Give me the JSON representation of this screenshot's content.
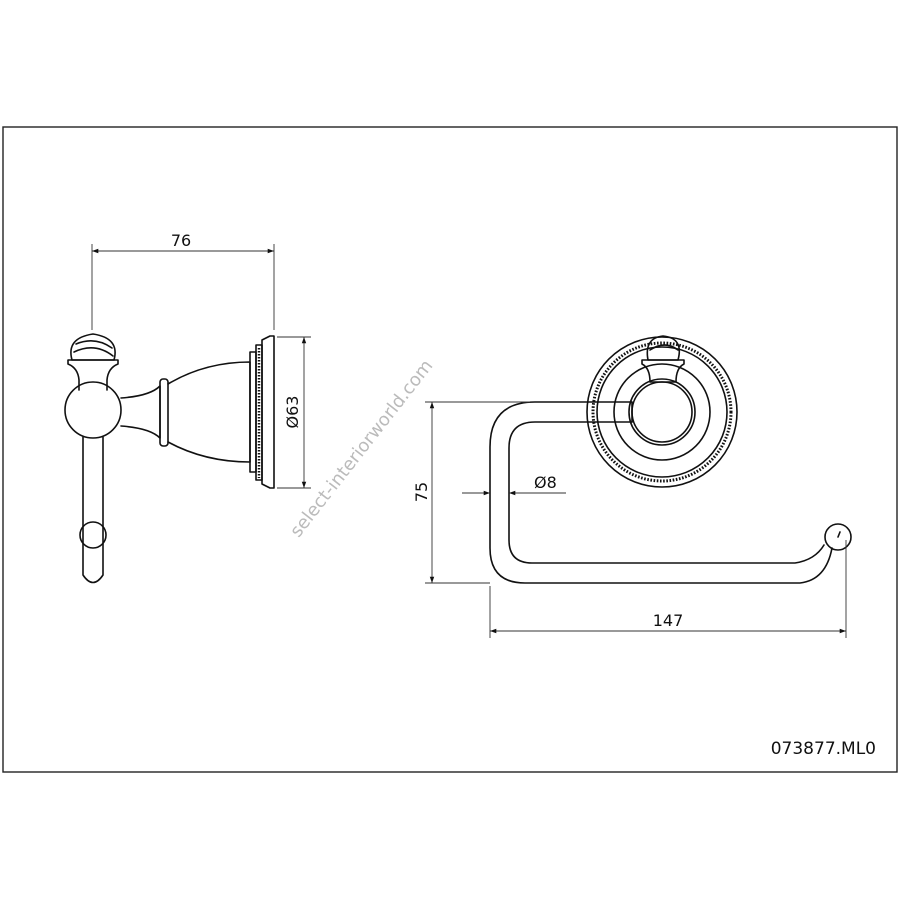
{
  "drawing": {
    "part_number": "073877.ML0",
    "watermark": "select-interiorworld.com",
    "side_view": {
      "depth_dimension": "76",
      "rosette_diameter": "Ø63"
    },
    "front_view": {
      "height_dimension": "75",
      "rod_diameter": "Ø8",
      "width_dimension": "147"
    },
    "colors": {
      "line": "#111111",
      "watermark": "#bbbbbb"
    }
  }
}
